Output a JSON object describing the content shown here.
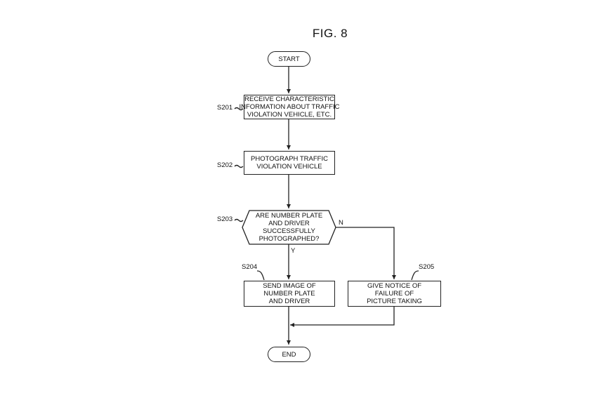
{
  "figure": {
    "title": "FIG. 8"
  },
  "nodes": {
    "start": {
      "text": "START"
    },
    "s201": {
      "step": "S201",
      "lines": [
        "RECEIVE CHARACTERISTIC",
        "INFORMATION ABOUT TRAFFIC",
        "VIOLATION VEHICLE, ETC."
      ]
    },
    "s202": {
      "step": "S202",
      "lines": [
        "PHOTOGRAPH TRAFFIC",
        "VIOLATION VEHICLE"
      ]
    },
    "s203": {
      "step": "S203",
      "lines": [
        "ARE NUMBER PLATE",
        "AND DRIVER",
        "SUCCESSFULLY",
        "PHOTOGRAPHED?"
      ],
      "yes_label": "Y",
      "no_label": "N"
    },
    "s204": {
      "step": "S204",
      "lines": [
        "SEND IMAGE OF",
        "NUMBER PLATE",
        "AND DRIVER"
      ]
    },
    "s205": {
      "step": "S205",
      "lines": [
        "GIVE NOTICE OF",
        "FAILURE OF",
        "PICTURE TAKING"
      ]
    },
    "end": {
      "text": "END"
    }
  }
}
